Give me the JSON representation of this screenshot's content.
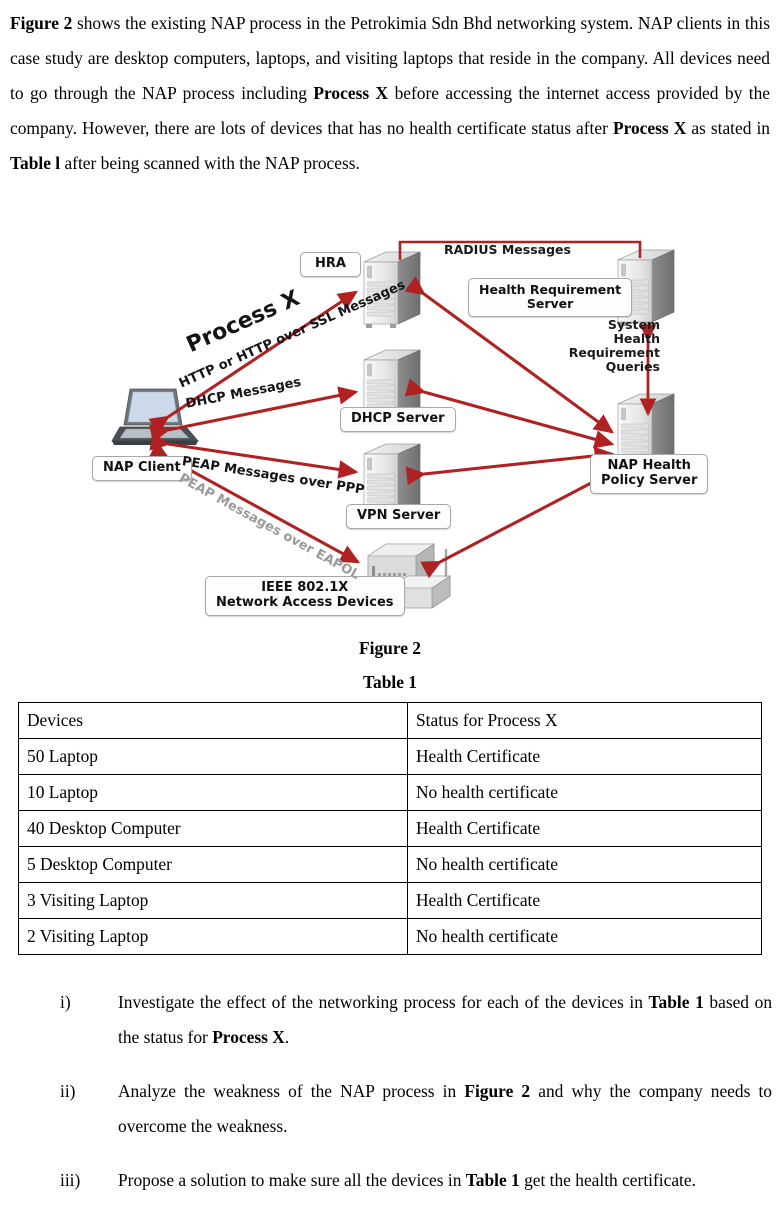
{
  "intro": {
    "html": "<b>Figure 2</b> shows the existing NAP process in the Petrokimia Sdn Bhd networking system. NAP clients in this case study are desktop computers, laptops, and visiting laptops that reside in the company. All devices need to go through the NAP process including <b>Process X</b> before accessing the internet access provided by the company. However, there are lots of devices that has no health certificate status after <b>Process X</b> as stated in <b>Table l</b> after being scanned with the NAP process."
  },
  "diagram": {
    "arrow_color": "#b02222",
    "node_labels": {
      "hra": "HRA",
      "dhcp_server": "DHCP Server",
      "vpn_server": "VPN Server",
      "nap_client": "NAP Client",
      "network_access_devices_line1": "IEEE 802.1X",
      "network_access_devices_line2": "Network Access Devices",
      "health_requirement_server_line1": "Health Requirement",
      "health_requirement_server_line2": "Server",
      "nap_health_policy_server_line1": "NAP Health",
      "nap_health_policy_server_line2": "Policy Server"
    },
    "edge_labels": {
      "process_x": "Process X",
      "http_ssl": "HTTP or HTTP over SSL Messages",
      "dhcp_messages": "DHCP Messages",
      "peap_ppp": "PEAP Messages over PPP",
      "peap_eapol": "PEAP Messages over EAPOL",
      "radius": "RADIUS Messages",
      "shr_queries_line1": "System",
      "shr_queries_line2": "Health",
      "shr_queries_line3": "Requirement",
      "shr_queries_line4": "Queries"
    }
  },
  "captions": {
    "figure": "Figure 2",
    "table": "Table 1"
  },
  "table": {
    "headers": [
      "Devices",
      "Status for Process X"
    ],
    "rows": [
      [
        "50 Laptop",
        "Health Certificate"
      ],
      [
        "10 Laptop",
        "No health certificate"
      ],
      [
        "40 Desktop Computer",
        "Health Certificate"
      ],
      [
        "5 Desktop Computer",
        "No health certificate"
      ],
      [
        "3 Visiting Laptop",
        "Health Certificate"
      ],
      [
        "2 Visiting Laptop",
        "No health certificate"
      ]
    ]
  },
  "questions": [
    {
      "marker": "i)",
      "html": "Investigate the effect of the networking process for each of the devices in <b>Table 1</b> based on the status for <b>Process X</b>."
    },
    {
      "marker": "ii)",
      "html": "Analyze the weakness of the NAP process in <b>Figure 2</b> and why the company needs to overcome the weakness."
    },
    {
      "marker": "iii)",
      "html": "Propose a solution to make sure all the devices in <b>Table 1</b> get the health certificate."
    }
  ]
}
